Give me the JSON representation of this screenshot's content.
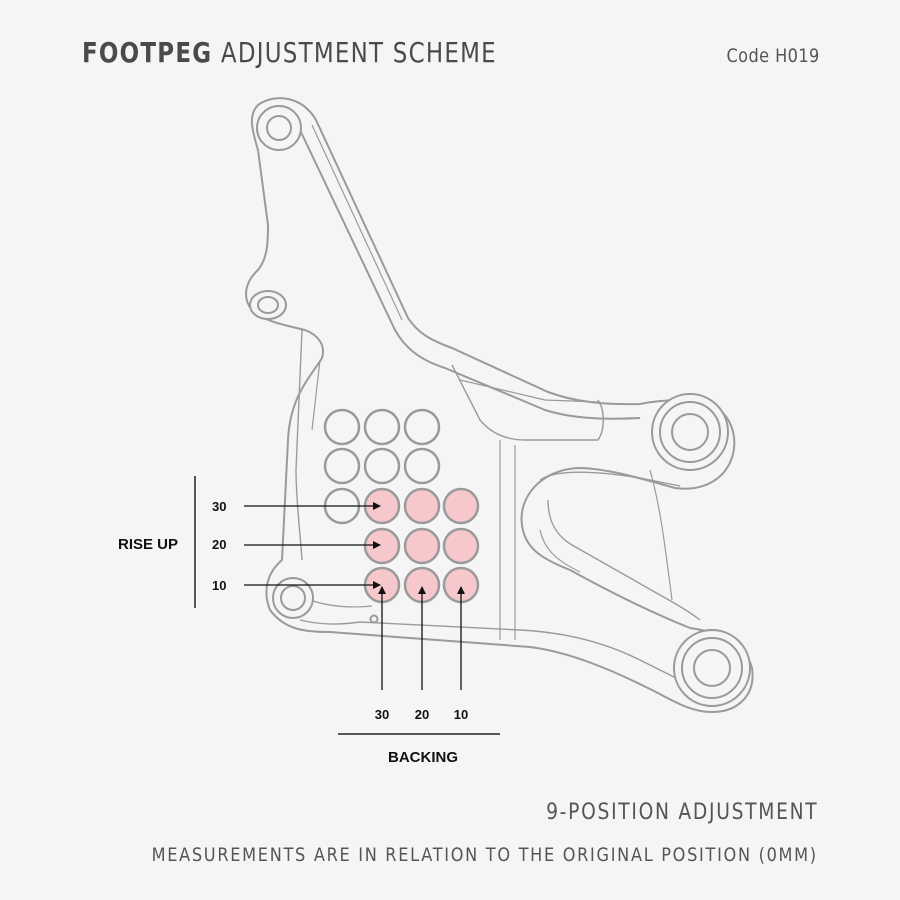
{
  "header": {
    "title_bold": "FOOTPEG",
    "title_rest": "ADJUSTMENT SCHEME",
    "code": "Code H019"
  },
  "diagram": {
    "rise_up_label": "RISE UP",
    "rise_up_values": [
      "30",
      "20",
      "10"
    ],
    "backing_label": "BACKING",
    "backing_values": [
      "30",
      "20",
      "10"
    ],
    "highlight_color": "#f7c8cb",
    "outline_color": "#9a9a9a"
  },
  "footer": {
    "subtitle": "9-POSITION ADJUSTMENT",
    "note": "MEASUREMENTS ARE IN RELATION TO THE ORIGINAL POSITION (0MM)"
  }
}
